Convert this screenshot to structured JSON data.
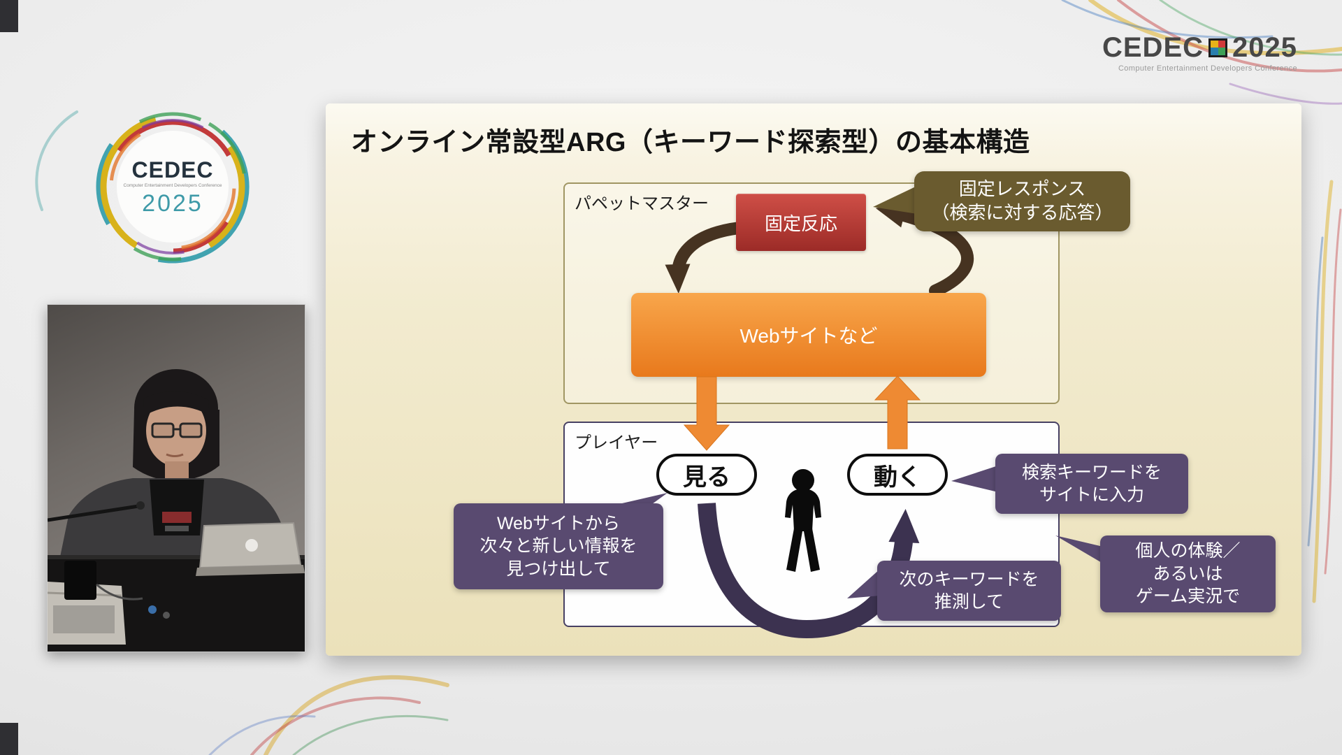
{
  "header_logo": {
    "name": "CEDEC",
    "year": "2025",
    "caption": "Computer Entertainment Developers Conference"
  },
  "circle_logo": {
    "name": "CEDEC",
    "caption": "Computer Entertainment Developers Conference",
    "year": "2025"
  },
  "slide": {
    "title": "オンライン常設型ARG（キーワード探索型）の基本構造",
    "puppet_master": {
      "label": "パペットマスター",
      "fixed_reaction": "固定反応",
      "website": "Webサイトなど"
    },
    "player": {
      "label": "プレイヤー",
      "see": "見る",
      "act": "動く"
    },
    "callouts": {
      "fixed_response": {
        "lines": [
          "固定レスポンス",
          "（検索に対する応答）"
        ]
      },
      "find_info": {
        "lines": [
          "Webサイトから",
          "次々と新しい情報を",
          "見つけ出して"
        ]
      },
      "input_keyword": {
        "lines": [
          "検索キーワードを",
          "サイトに入力"
        ]
      },
      "guess_keyword": {
        "lines": [
          "次のキーワードを",
          "推測して"
        ]
      },
      "experience": {
        "lines": [
          "個人の体験／",
          "あるいは",
          "ゲーム実況で"
        ]
      }
    }
  },
  "colors": {
    "slide_bg": "#f3ecd2",
    "fixed_reaction_red": "#b03330",
    "website_orange": "#ef8a2d",
    "callout_purple": "#594a70",
    "callout_olive": "#6a5b2f",
    "cycle_arrow_brown": "#463321",
    "loop_arrow_purple": "#3c3250",
    "flow_arrow_orange": "#ee8a33"
  }
}
